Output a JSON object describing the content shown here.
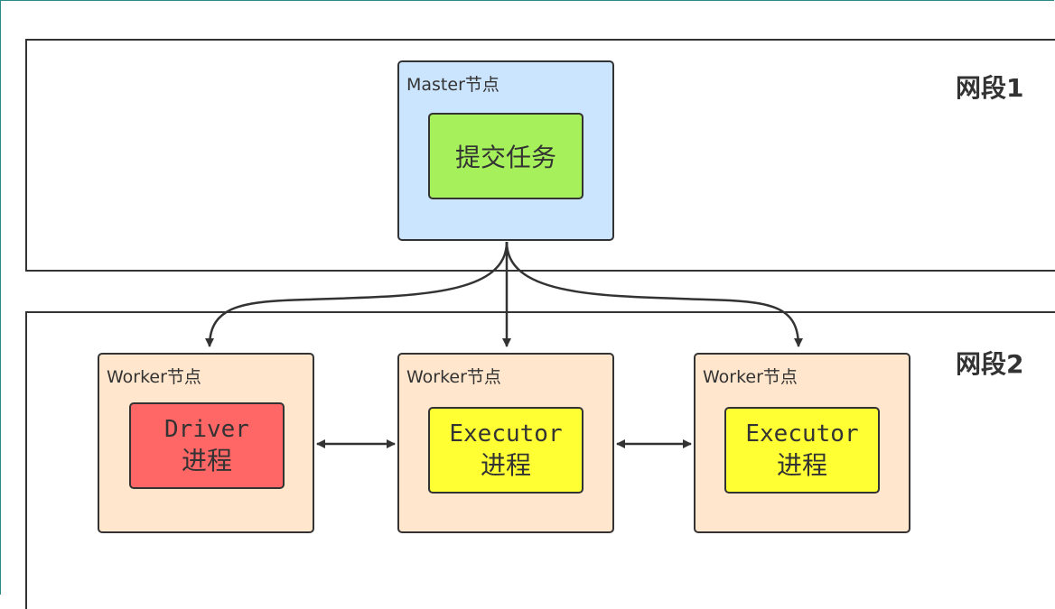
{
  "segments": {
    "seg1_label": "网段1",
    "seg2_label": "网段2"
  },
  "master": {
    "title": "Master节点",
    "task_label": "提交任务"
  },
  "workers": [
    {
      "title": "Worker节点",
      "proc_line1": "Driver",
      "proc_line2": "进程"
    },
    {
      "title": "Worker节点",
      "proc_line1": "Executor",
      "proc_line2": "进程"
    },
    {
      "title": "Worker节点",
      "proc_line1": "Executor",
      "proc_line2": "进程"
    }
  ],
  "colors": {
    "master_fill": "#cce5ff",
    "worker_fill": "#ffe6cc",
    "task_fill": "#a6f05c",
    "driver_fill": "#ff6666",
    "executor_fill": "#ffff33",
    "stroke": "#333333"
  }
}
